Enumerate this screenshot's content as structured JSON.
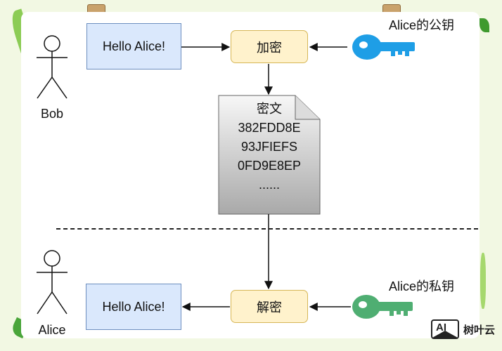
{
  "actors": {
    "sender": "Bob",
    "receiver": "Alice"
  },
  "messages": {
    "plaintext_top": "Hello Alice!",
    "plaintext_bottom": "Hello Alice!"
  },
  "processes": {
    "encrypt": "加密",
    "decrypt": "解密"
  },
  "keys": {
    "public_label": "Alice的公钥",
    "private_label": "Alice的私钥",
    "public_color": "#1e9ee6",
    "private_color": "#4fae72"
  },
  "ciphertext": {
    "title": "密文",
    "lines": [
      "382FDD8E",
      "93JFIEFS",
      "0FD9E8EP",
      "......"
    ]
  },
  "watermark": {
    "logo_text": "AI",
    "text": "树叶云"
  }
}
